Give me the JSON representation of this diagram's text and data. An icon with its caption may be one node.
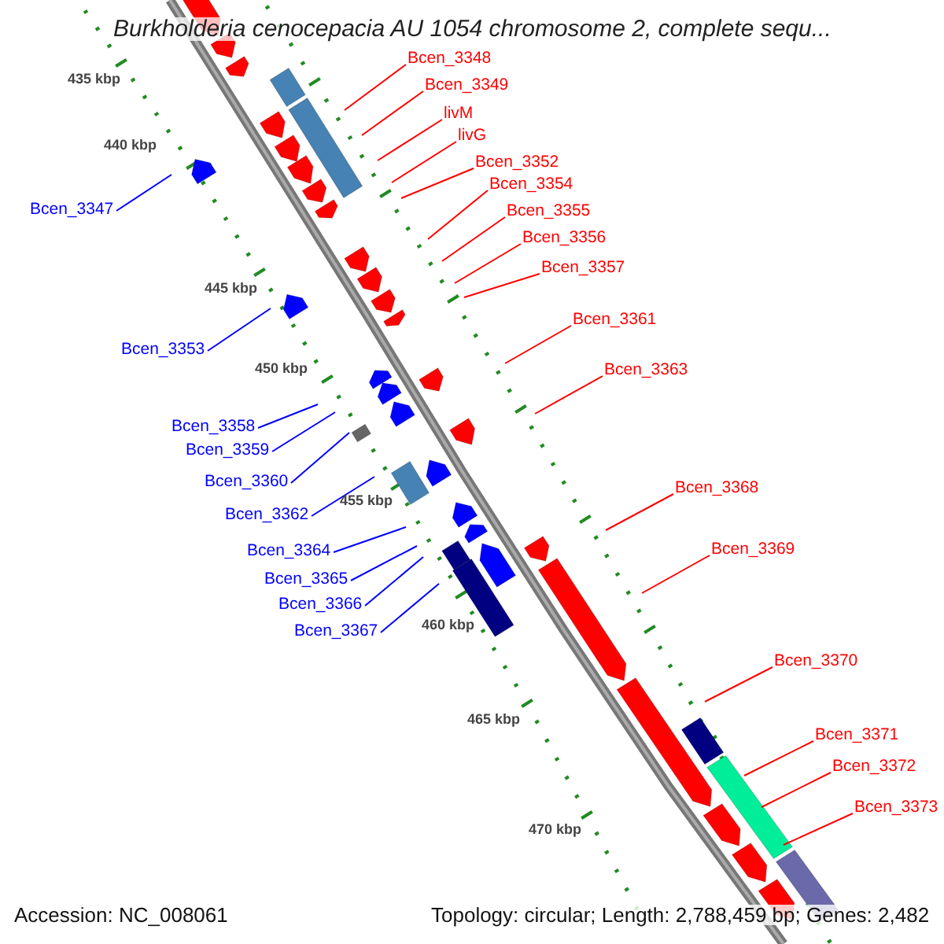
{
  "diagram": {
    "title": "Burkholderia cenocepacia AU 1054 chromosome 2, complete sequ...",
    "nodes": [
      {
        "text": [
          "Bcen_3348"
        ]
      },
      {
        "text": [
          "Bcen_3349"
        ]
      },
      {
        "text": [
          "livM"
        ]
      },
      {
        "text": [
          "livG"
        ]
      },
      {
        "text": [
          "Bcen_3352"
        ]
      },
      {
        "text": [
          "Bcen_3354"
        ]
      },
      {
        "text": [
          "Bcen_3347"
        ]
      },
      {
        "text": [
          "Bcen_3355"
        ]
      },
      {
        "text": [
          "Bcen_3356"
        ]
      },
      {
        "text": [
          "Bcen_3357"
        ]
      },
      {
        "text": [
          "Bcen_3361"
        ]
      },
      {
        "text": [
          "Bcen_3353"
        ]
      },
      {
        "text": [
          "Bcen_3363"
        ]
      },
      {
        "text": [
          "Bcen_3358"
        ]
      },
      {
        "text": [
          "Bcen_3359"
        ]
      },
      {
        "text": [
          "Bcen_3360"
        ]
      },
      {
        "text": [
          "Bcen_3368"
        ]
      },
      {
        "text": [
          "Bcen_3362"
        ]
      },
      {
        "text": [
          "Bcen_3369"
        ]
      },
      {
        "text": [
          "Bcen_3364"
        ]
      },
      {
        "text": [
          "Bcen_3365"
        ]
      },
      {
        "text": [
          "Bcen_3366"
        ]
      },
      {
        "text": [
          "Bcen_3367"
        ]
      },
      {
        "text": [
          "Bcen_3370"
        ]
      },
      {
        "text": [
          "Bcen_3371"
        ]
      },
      {
        "text": [
          "Bcen_3372"
        ]
      },
      {
        "text": [
          "Bcen_3373"
        ]
      }
    ],
    "edges": [
      {
        "from": 0,
        "to": null,
        "arrow": "none"
      },
      {
        "from": 1,
        "to": null,
        "arrow": "none"
      },
      {
        "from": 2,
        "to": null,
        "arrow": "none"
      },
      {
        "from": 3,
        "to": null,
        "arrow": "none"
      },
      {
        "from": 4,
        "to": null,
        "arrow": "none"
      },
      {
        "from": 5,
        "to": null,
        "arrow": "none"
      },
      {
        "from": 6,
        "to": null,
        "arrow": "none",
        "color": "#0000ff"
      },
      {
        "from": 7,
        "to": null,
        "arrow": "none"
      },
      {
        "from": 8,
        "to": null,
        "arrow": "none"
      },
      {
        "from": 9,
        "to": null,
        "arrow": "none"
      },
      {
        "from": 10,
        "to": null,
        "arrow": "none"
      },
      {
        "from": 11,
        "to": null,
        "arrow": "none",
        "color": "#0000ff"
      },
      {
        "from": 12,
        "to": null,
        "arrow": "none"
      },
      {
        "from": 13,
        "to": null,
        "arrow": "none",
        "color": "#0000ff"
      },
      {
        "from": 14,
        "to": null,
        "arrow": "none",
        "color": "#0000ff"
      },
      {
        "from": 15,
        "to": null,
        "arrow": "none",
        "color": "#0000ff"
      },
      {
        "from": 16,
        "to": null,
        "arrow": "none"
      },
      {
        "from": 17,
        "to": null,
        "arrow": "none",
        "color": "#0000ff"
      },
      {
        "from": 18,
        "to": null,
        "arrow": "none"
      },
      {
        "from": 19,
        "to": null,
        "arrow": "none",
        "color": "#0000ff"
      },
      {
        "from": 20,
        "to": null,
        "arrow": "none",
        "color": "#0000ff"
      },
      {
        "from": 21,
        "to": null,
        "arrow": "none",
        "color": "#0000ff"
      },
      {
        "from": 22,
        "to": null,
        "arrow": "none",
        "color": "#0000ff"
      },
      {
        "from": 23,
        "to": null,
        "arrow": "none"
      },
      {
        "from": 24,
        "to": null,
        "arrow": "none"
      },
      {
        "from": 25,
        "to": null,
        "arrow": "none"
      },
      {
        "from": 26,
        "to": null,
        "arrow": "none"
      }
    ],
    "labels": [
      "435 kbp",
      "440 kbp",
      "445 kbp",
      "450 kbp",
      "455 kbp",
      "460 kbp",
      "465 kbp",
      "470 kbp",
      "Accession: NC_008061",
      "Topology: circular; Length: 2,788,459 bp; Genes: 2,482"
    ]
  }
}
